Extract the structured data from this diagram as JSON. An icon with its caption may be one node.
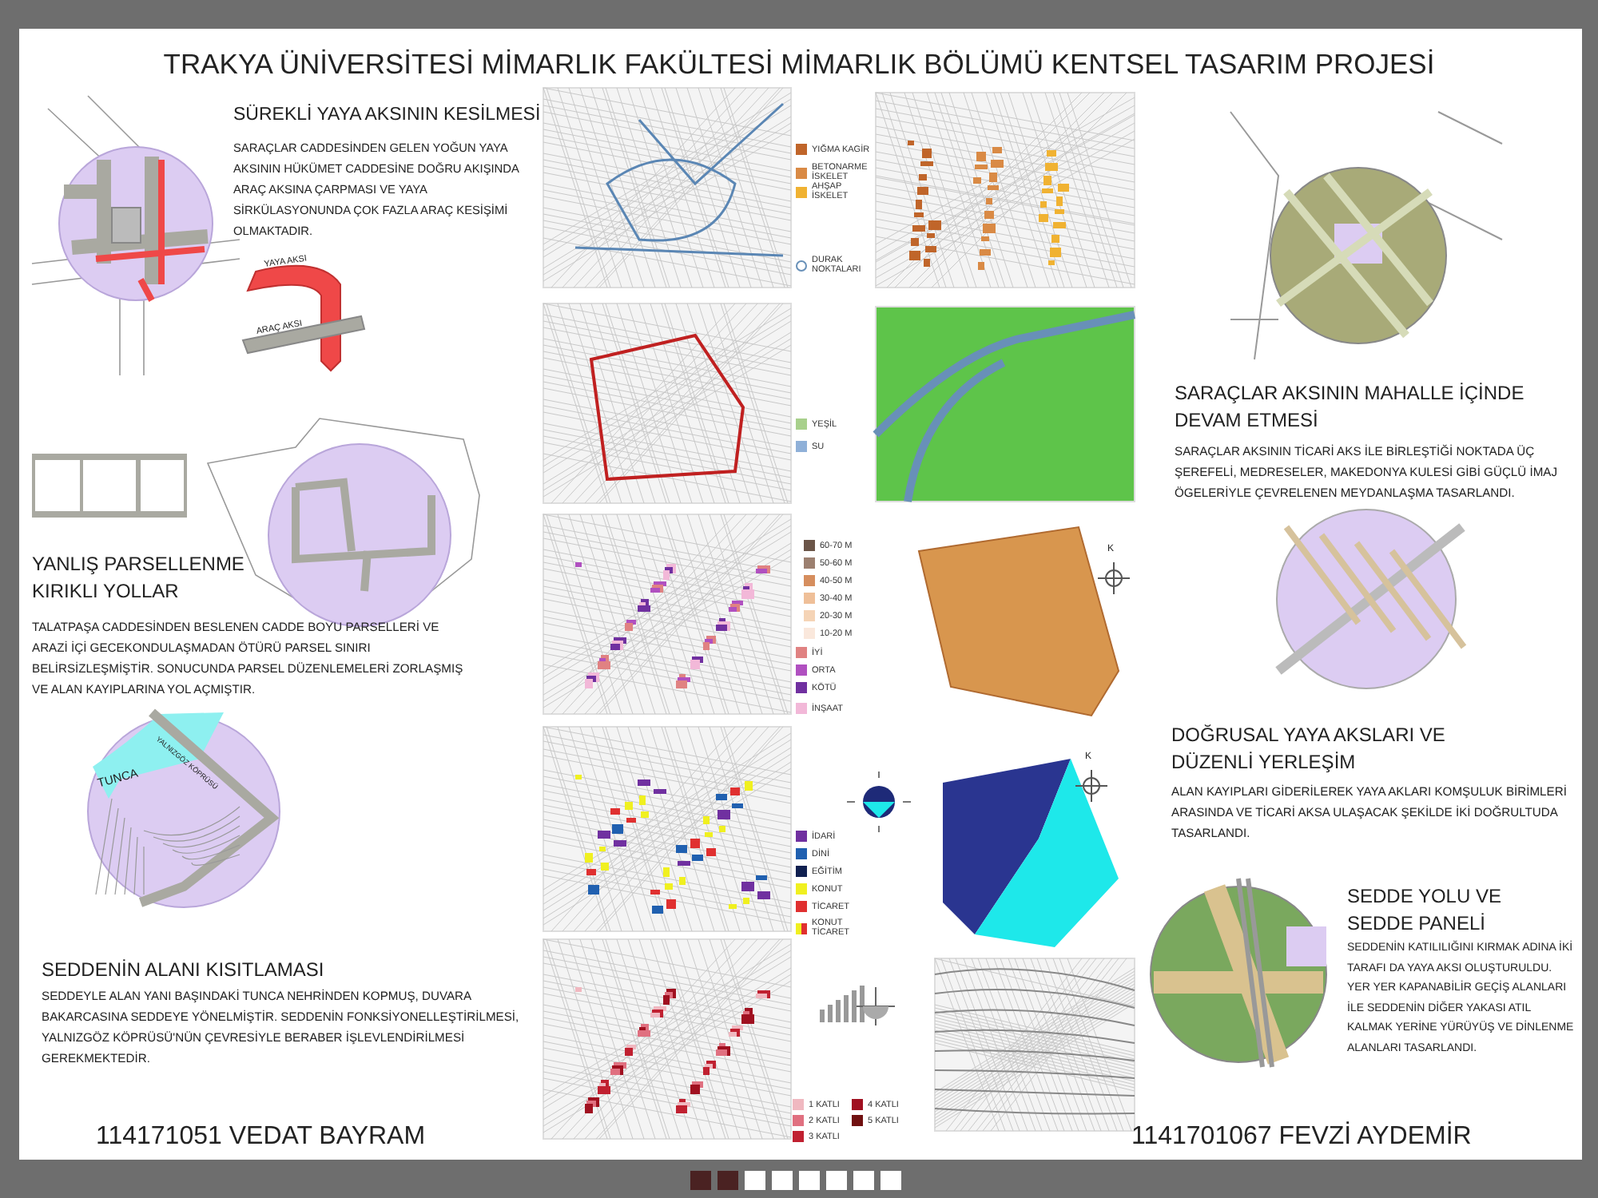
{
  "diagram": {
    "title": "TRAKYA ÜNİVERSİTESİ MİMARLIK FAKÜLTESİ MİMARLIK BÖLÜMÜ KENTSEL TASARIM PROJESİ",
    "labels": [
      "SÜREKLİ YAYA AKSININ KESİLMESİ",
      "SARAÇLAR CADDESİNDEN GELEN YOĞUN YAYA AKSININ HÜKÜMET CADDESİNE DOĞRU AKIŞINDA ARAÇ AKSINA ÇARPMASI VE YAYA SİRKÜLASYONUNDA ÇOK FAZLA ARAÇ KESİŞİMİ OLMAKTADIR.",
      "YAYA AKSI",
      "ARAÇ AKSI",
      "YANLIŞ PARSELLENME KIRIKLI YOLLAR",
      "TALATPAŞA CADDESİNDEN BESLENEN CADDE BOYU PARSELLERİ VE ARAZİ İÇİ GECEKONDULAŞMADAN ÖTÜRÜ PARSEL SINIRI BELİRSİZLEŞMİŞTİR. SONUCUNDA PARSEL DÜZENLEMELERİ ZORLAŞMIŞ VE ALAN KAYIPLARINA YOL AÇMIŞTIR.",
      "TUNCA",
      "YALNIZGÖZ KÖPRÜSÜ",
      "SEDDENİN ALANI KISITLAMASI",
      "SEDDEYLE ALAN YANI BAŞINDAKİ TUNCA NEHRİNDEN KOPMUŞ, DUVARA BAKARCASINA SEDDEYE YÖNELMİŞTİR. SEDDENİN FONKSİYONELLEŞTİRİLMESİ, YALNIZGÖZ KÖPRÜSÜ'NÜN ÇEVRESİYLE BERABER İŞLEVLENDİRİLMESİ GEREKMEKTEDİR.",
      "K",
      "K",
      "SARAÇLAR AKSININ MAHALLE İÇİNDE DEVAM ETMESİ",
      "SARAÇLAR AKSININ TİCARİ AKS İLE BİRLEŞTİĞİ NOKTADA ÜÇ ŞEREFELİ, MEDRESELER, MAKEDONYA KULESİ GİBİ GÜÇLÜ İMAJ ÖGELERİYLE ÇEVRELENEN MEYDANLAŞMA TASARLANDI.",
      "DOĞRUSAL YAYA AKSLARI VE DÜZENLİ YERLEŞİM",
      "ALAN KAYIPLARI GİDERİLEREK YAYA AKLARI KOMŞULUK BİRİMLERİ ARASINDA VE TİCARİ AKSA ULAŞACAK ŞEKİLDE İKİ DOĞRULTUDA TASARLANDI.",
      "SEDDE YOLU VE SEDDE PANELİ",
      "SEDDENİN KATILILIĞINI KIRMAK ADINA İKİ TARAFI DA YAYA AKSI OLUŞTURULDU. YER YER KAPANABİLİR GEÇİŞ ALANLARI İLE SEDDENİN DİĞER YAKASI ATIL KALMAK YERİNE YÜRÜYÜŞ VE DİNLENME ALANLARI TASARLANDI.",
      "114171051 VEDAT BAYRAM",
      "1141701067 FEVZİ AYDEMİR"
    ],
    "legend": [
      {
        "text": "YIĞMA KAGİR",
        "color": "#c0652a"
      },
      {
        "text": "BETONARME İSKELET",
        "color": "#d98a45"
      },
      {
        "text": "AHŞAP İSKELET",
        "color": "#f0b232"
      },
      {
        "text": "DURAK NOKTALARI"
      },
      {
        "text": "YEŞİL",
        "color": "#a8d08c"
      },
      {
        "text": "SU",
        "color": "#8fb0d8"
      },
      {
        "text": "60-70 M",
        "color": "#6b5548"
      },
      {
        "text": "50-60 M",
        "color": "#9c8070"
      },
      {
        "text": "40-50 M",
        "color": "#d68e5e"
      },
      {
        "text": "30-40 M",
        "color": "#efbf98"
      },
      {
        "text": "20-30 M",
        "color": "#f5d4b6"
      },
      {
        "text": "10-20 M",
        "color": "#fae8dc"
      },
      {
        "text": "İYİ",
        "color": "#e08282"
      },
      {
        "text": "ORTA",
        "color": "#b050c0"
      },
      {
        "text": "KÖTÜ",
        "color": "#7030a0"
      },
      {
        "text": "İNŞAAT",
        "color": "#f2b8d8"
      },
      {
        "text": "İDARİ",
        "color": "#7030a0"
      },
      {
        "text": "DİNİ",
        "color": "#2060b0"
      },
      {
        "text": "EĞİTİM",
        "color": "#102050"
      },
      {
        "text": "KONUT",
        "color": "#f0f020"
      },
      {
        "text": "TİCARET",
        "color": "#e03030"
      },
      {
        "text": "KONUT TİCARET"
      },
      {
        "text": "1 KATLI",
        "color": "#f0b8c0"
      },
      {
        "text": "2 KATLI",
        "color": "#e07080"
      },
      {
        "text": "3 KATLI",
        "color": "#c02030"
      },
      {
        "text": "4 KATLI",
        "color": "#a01020"
      },
      {
        "text": "5 KATLI",
        "color": "#701010"
      }
    ]
  }
}
